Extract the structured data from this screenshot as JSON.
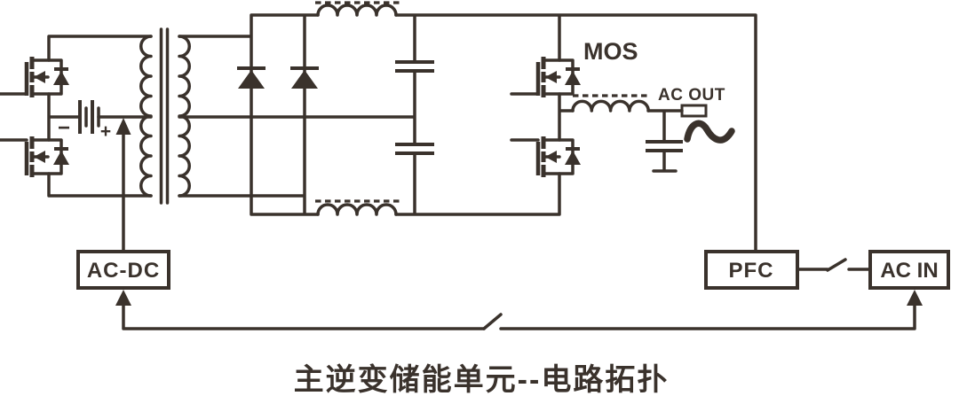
{
  "title": "主逆变储能单元--电路拓扑",
  "colors": {
    "ink": "#3A322C",
    "background": "#FFFFFF"
  },
  "labels": {
    "mos": "MOS",
    "ac_out": "AC OUT",
    "battery_minus": "−",
    "battery_plus": "+"
  },
  "blocks": {
    "ac_dc": "AC-DC",
    "pfc": "PFC",
    "ac_in": "AC IN"
  }
}
